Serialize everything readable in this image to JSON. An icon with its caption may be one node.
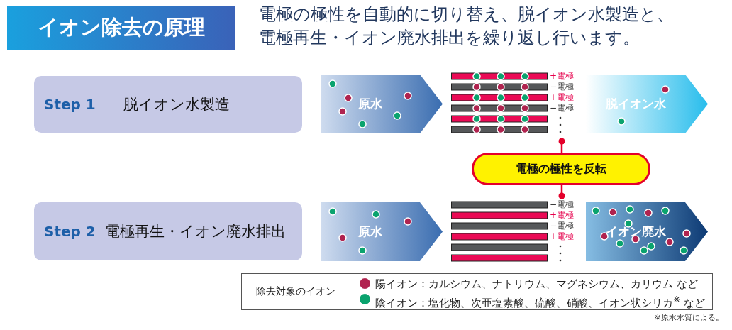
{
  "diagram": {
    "title": "イオン除去の原理",
    "nodes": [
      {
        "text": [
          "Step 1",
          "脱イオン水製造"
        ]
      },
      {
        "text": [
          "原水"
        ]
      },
      {
        "text": [],
        "shape": "picture",
        "beside": [
          "+電極",
          "−電極",
          "+電極",
          "−電極"
        ]
      },
      {
        "text": [
          "脱イオン水"
        ]
      },
      {
        "text": [
          "電極の極性を反転"
        ]
      },
      {
        "text": [
          "Step 2",
          "電極再生・イオン廃水排出"
        ]
      },
      {
        "text": [
          "原水"
        ]
      },
      {
        "text": [],
        "shape": "picture",
        "beside": [
          "−電極",
          "+電極",
          "−電極",
          "+電極"
        ]
      },
      {
        "text": [
          "イオン廃水"
        ]
      }
    ],
    "edges": [
      {
        "from": 2,
        "to": 4,
        "arrow": "other",
        "color": "#e4002b"
      },
      {
        "from": 4,
        "to": 7,
        "arrow": "other",
        "color": "#e4002b"
      }
    ],
    "labels": [
      "電極の極性を自動的に切り替え、脱イオン水製造と、電極再生・イオン廃水排出を繰り返し行います。",
      "除去対象のイオン",
      "※原水水質による。"
    ],
    "legend": [
      {
        "text": "陽イオン：カルシウム、ナトリウム、マグネシウム、カリウム など",
        "color": "#b0234f"
      },
      {
        "text": "陰イオン：塩化物、次亜塩素酸、硫酸、硝酸、イオン状シリカ$^{※}$ など",
        "color": "#0aa36e"
      }
    ]
  }
}
